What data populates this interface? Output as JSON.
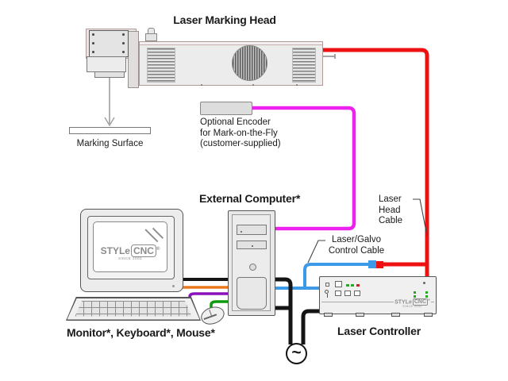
{
  "title": "Laser Marking Head",
  "labels": {
    "marking_surface": "Marking Surface",
    "external_computer": "External Computer*",
    "peripherals": "Monitor*, Keyboard*, Mouse*",
    "laser_controller": "Laser Controller"
  },
  "annotations": {
    "encoder": [
      "Optional Encoder",
      "for Mark-on-the-Fly",
      "(customer-supplied)"
    ],
    "laser_head_cable": [
      "Laser",
      "Head",
      "Cable"
    ],
    "galvo_cable": [
      "Laser/Galvo",
      "Control Cable"
    ],
    "ac_symbol": "~"
  },
  "brand": {
    "wordmark": "STYLe",
    "boxed": "CNC",
    "registered": "®",
    "tagline": "SINCE 2002"
  },
  "colors": {
    "cable-red": "#ee1111",
    "cable-magenta": "#ee22ee",
    "cable-blue": "#3d9ae8",
    "cable-orange": "#e8791d",
    "cable-purple": "#8a11b8",
    "cable-green": "#0d9a0d",
    "cable-black": "#141414",
    "led-green": "#22aa22",
    "led-red": "#cc2222"
  }
}
